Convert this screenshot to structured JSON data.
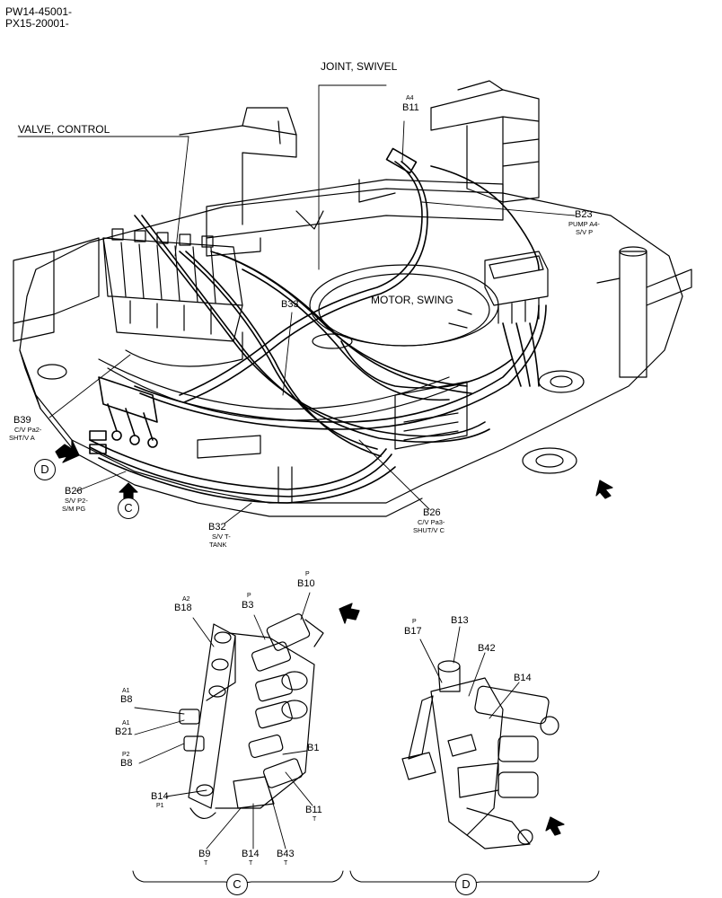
{
  "header": {
    "line1": "PW14-45001-",
    "line2": "PX15-20001-"
  },
  "callouts": {
    "joint_swivel": "JOINT, SWIVEL",
    "valve_control": "VALVE, CONTROL",
    "motor_swing": "MOTOR, SWING"
  },
  "upper": {
    "b11": {
      "sup": "A4",
      "code": "B11"
    },
    "b23": {
      "code": "B23",
      "desc1": "PUMP A4-",
      "desc2": "S/V P"
    },
    "b33": {
      "code": "B33"
    },
    "b39": {
      "code": "B39",
      "desc1": "C/V Pa2-",
      "desc2": "SHT/V A"
    },
    "b26_left": {
      "code": "B26",
      "desc1": "S/V P2-",
      "desc2": "S/M PG"
    },
    "b32": {
      "code": "B32",
      "desc1": "S/V T-",
      "desc2": "TANK"
    },
    "b26_right": {
      "code": "B26",
      "desc1": "C/V Pa3-",
      "desc2": "SHUT/V C"
    }
  },
  "view_c": {
    "b18": {
      "sup": "A2",
      "code": "B18"
    },
    "b3": {
      "sup": "P",
      "code": "B3"
    },
    "b10": {
      "sup": "P",
      "code": "B10"
    },
    "b8a": {
      "sup": "A1",
      "code": "B8"
    },
    "b21": {
      "sup": "A1",
      "code": "B21"
    },
    "b8b": {
      "sup": "P2",
      "code": "B8"
    },
    "b1": {
      "code": "B1"
    },
    "b14": {
      "code": "B14",
      "sub": "P1"
    },
    "b11": {
      "code": "B11",
      "sub": "T"
    },
    "b9": {
      "code": "B9",
      "sub": "T"
    },
    "b14t": {
      "code": "B14",
      "sub": "T"
    },
    "b43": {
      "code": "B43",
      "sub": "T"
    }
  },
  "view_d": {
    "b13": {
      "code": "B13"
    },
    "b17": {
      "sup": "P",
      "code": "B17"
    },
    "b42": {
      "code": "B42"
    },
    "b14": {
      "code": "B14"
    }
  },
  "view_markers": {
    "c": "C",
    "d": "D"
  }
}
